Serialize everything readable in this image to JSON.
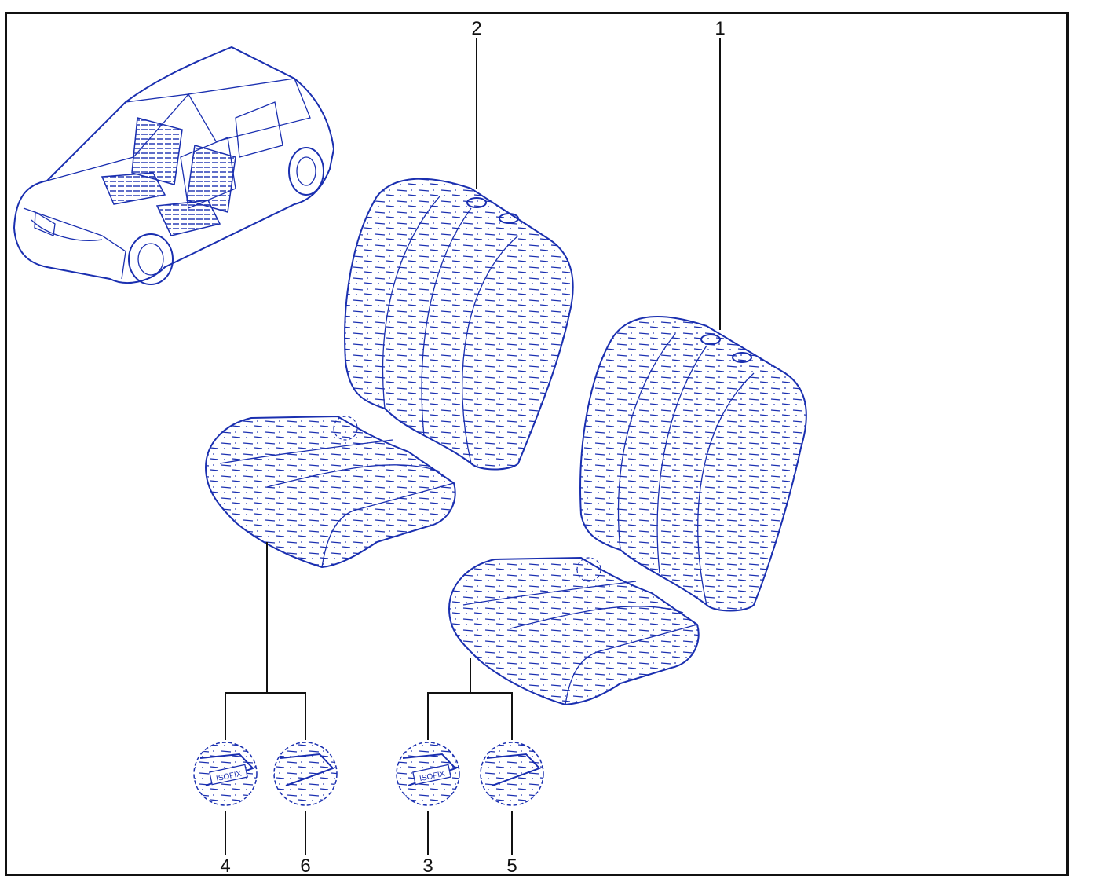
{
  "colors": {
    "ink": "#1a2fb0",
    "leader": "#111111",
    "frame": "#111111"
  },
  "callouts": {
    "n1": "1",
    "n2": "2",
    "n3": "3",
    "n4": "4",
    "n5": "5",
    "n6": "6"
  },
  "labels": {
    "isofix_a": "ISOFIX",
    "isofix_b": "ISOFIX"
  },
  "icons": [
    "car-overview-icon",
    "seat-back-icon",
    "seat-cushion-icon",
    "detail-circle-icon"
  ]
}
